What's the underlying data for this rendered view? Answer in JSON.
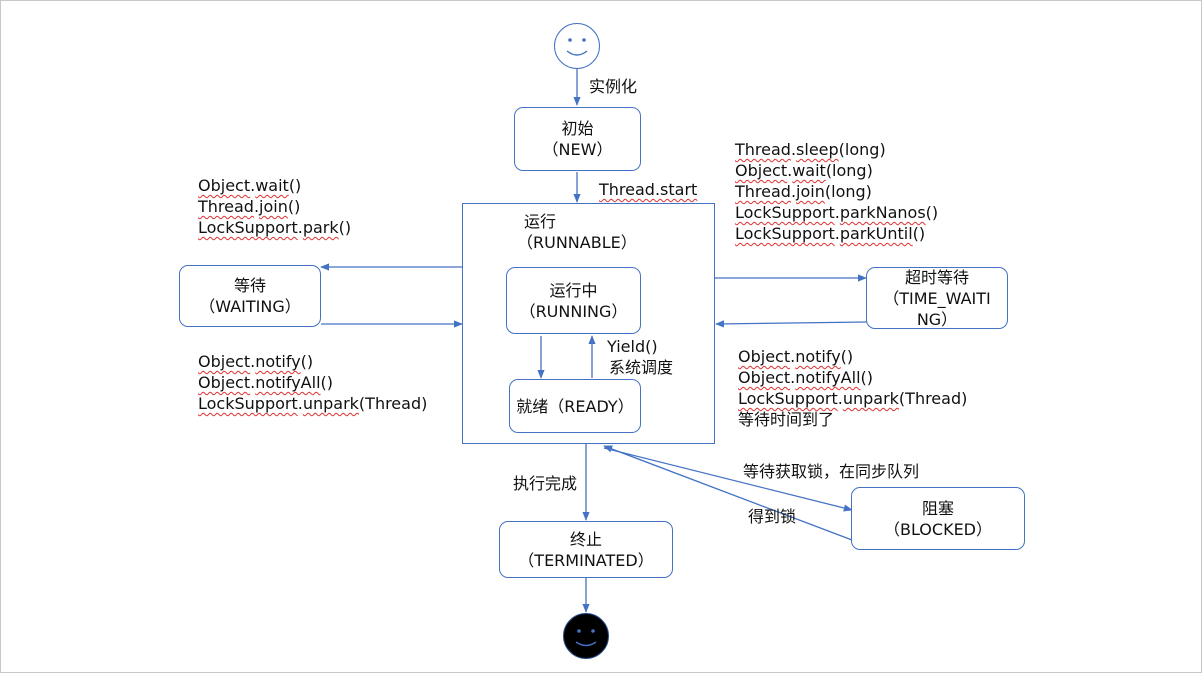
{
  "states": {
    "new": {
      "line1": "初始",
      "line2": "（NEW）"
    },
    "runnable": {
      "line1": "运行",
      "line2": "（RUNNABLE）"
    },
    "running": {
      "line1": "运行中",
      "line2": "（RUNNING）"
    },
    "ready": {
      "line1": "就绪（READY）"
    },
    "waiting": {
      "line1": "等待",
      "line2": "（WAITING）"
    },
    "timed_waiting": {
      "line1": "超时等待",
      "line2": "（TIME_WAITI",
      "line3": "NG）"
    },
    "blocked": {
      "line1": "阻塞",
      "line2": "（BLOCKED）"
    },
    "terminated": {
      "line1": "终止",
      "line2": "（TERMINATED）"
    }
  },
  "transitions": {
    "instantiate": "实例化",
    "thread_start": "Thread.start",
    "to_waiting": [
      {
        "obj": "Object",
        "sep": ".",
        "meth": "wait",
        "args": "()"
      },
      {
        "obj": "Thread",
        "sep": ".",
        "meth": "join",
        "args": "()"
      },
      {
        "obj": "LockSupport",
        "sep": ".",
        "meth": "park",
        "args": "()"
      }
    ],
    "from_waiting": [
      {
        "obj": "Object",
        "sep": ".",
        "meth": "notify",
        "args": "()"
      },
      {
        "obj": "Object",
        "sep": ".",
        "meth": "notifyAll",
        "args": "()"
      },
      {
        "obj": "LockSupport",
        "sep": ".",
        "meth": "unpark",
        "args": "(Thread)"
      }
    ],
    "to_timed_waiting": [
      {
        "obj": "Thread",
        "sep": ".",
        "meth": "sleep",
        "args": "(long)"
      },
      {
        "obj": "Object",
        "sep": ".",
        "meth": "wait",
        "args": "(long)"
      },
      {
        "obj": "Thread",
        "sep": ".",
        "meth": "join",
        "args": "(long)"
      },
      {
        "obj": "LockSupport",
        "sep": ".",
        "meth": "parkNanos",
        "args": "()"
      },
      {
        "obj": "LockSupport",
        "sep": ".",
        "meth": "parkUntil",
        "args": "()"
      }
    ],
    "from_timed_waiting": [
      {
        "obj": "Object",
        "sep": ".",
        "meth": "notify",
        "args": "()"
      },
      {
        "obj": "Object",
        "sep": ".",
        "meth": "notifyAll",
        "args": "()"
      },
      {
        "obj": "LockSupport",
        "sep": ".",
        "meth": "unpark",
        "args": "(Thread)"
      }
    ],
    "timeout_reached": "等待时间到了",
    "yield_line1": "Yield()",
    "yield_line2": "系统调度",
    "execution_complete": "执行完成",
    "wait_for_lock": "等待获取锁，在同步队列",
    "got_lock": "得到锁"
  },
  "colors": {
    "line": "#4472c4",
    "box_border": "#4472c4",
    "spellcheck": "#e03030",
    "end_face": "#000000"
  },
  "icons": {
    "start": "smiley-face-icon",
    "end": "smiley-face-icon"
  }
}
